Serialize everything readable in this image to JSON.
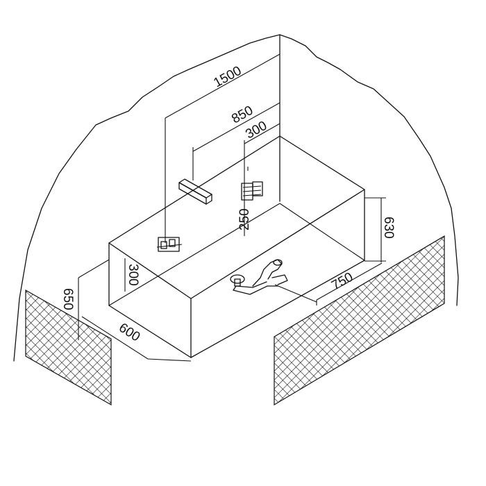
{
  "drawing": {
    "title": "",
    "dimensions": {
      "overall_width": "1500",
      "spout_offset": "850",
      "control_offset": "300",
      "control_height": "250",
      "bath_depth": "630",
      "bath_length": "750",
      "bath_width": "600",
      "rim_height": "650",
      "inner_height": "300"
    },
    "colors": {
      "line": "#111111",
      "background": "#ffffff"
    }
  }
}
